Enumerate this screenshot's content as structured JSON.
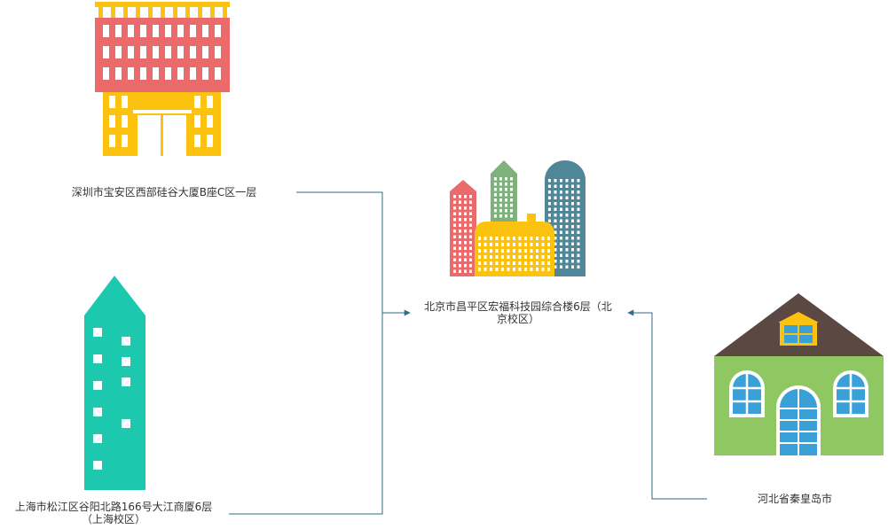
{
  "diagram": {
    "nodes": {
      "shenzhen": {
        "label": "深圳市宝安区西部硅谷大厦B座C区一层"
      },
      "shanghai": {
        "label_line1": "上海市松江区谷阳北路166号大江商厦6层",
        "label_line2": "（上海校区）"
      },
      "beijing": {
        "label_line1": "北京市昌平区宏福科技园综合楼6层（北",
        "label_line2": "京校区）"
      },
      "hebei": {
        "label": "河北省秦皇岛市"
      }
    },
    "colors": {
      "connector": "#2e6d8e",
      "red": "#ea6b6b",
      "yellow": "#fbc20f",
      "teal": "#1dc9ae",
      "green_tower": "#7fb17c",
      "blue_tower": "#4f8798",
      "house_wall": "#8fc862",
      "house_roof": "#5b4842",
      "window_blue": "#3aa0d8"
    }
  }
}
